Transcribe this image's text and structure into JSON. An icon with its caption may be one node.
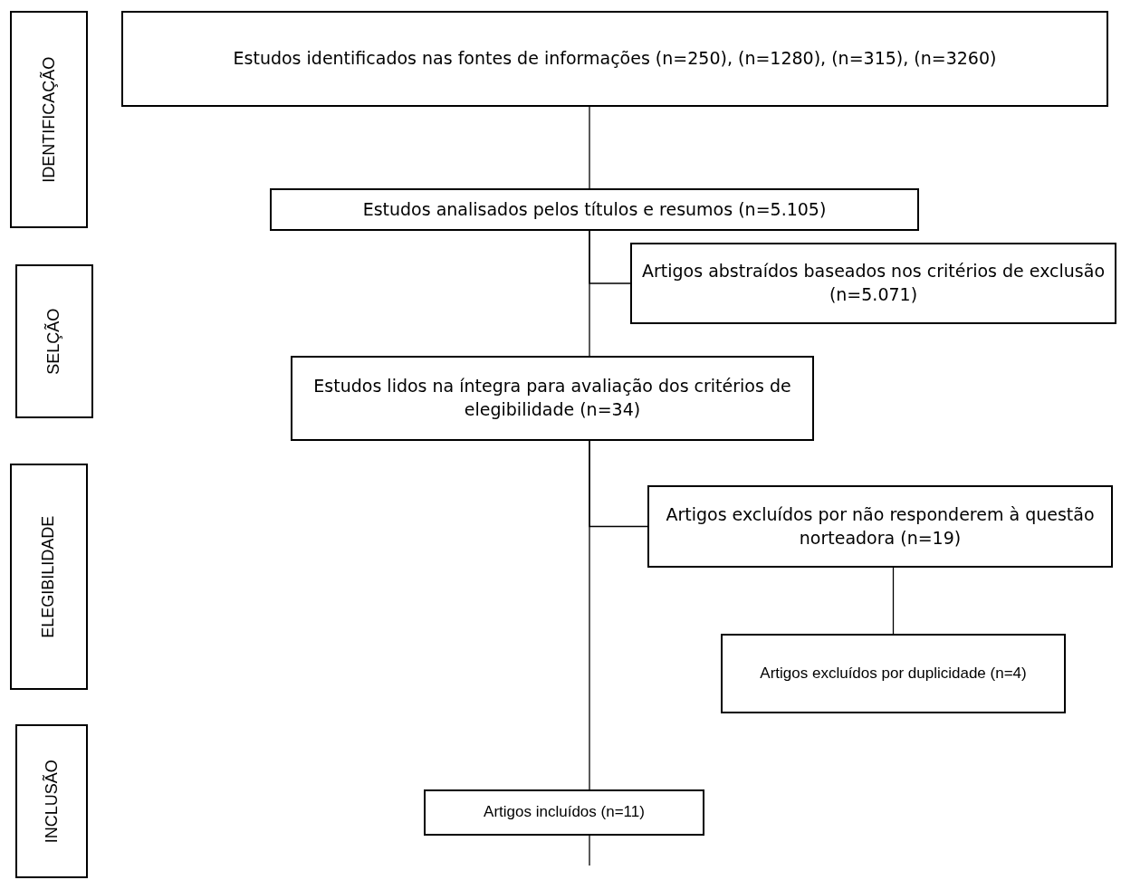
{
  "diagram": {
    "nodes": [
      {
        "text": [
          "IDENTIFICAÇÃO"
        ]
      },
      {
        "text": [
          "Estudos identificados nas fontes de informações (n=250), (n=1280), (n=315), (n=3260)"
        ]
      },
      {
        "text": [
          "Estudos analisados pelos títulos e resumos (n=5.105)"
        ]
      },
      {
        "text": [
          "SELÇÃO"
        ]
      },
      {
        "text": [
          "Artigos abstraídos baseados nos critérios de exclusão (n=5.071)"
        ]
      },
      {
        "text": [
          "Estudos lidos na íntegra para avaliação dos critérios de elegibilidade (n=34)"
        ]
      },
      {
        "text": [
          "ELEGIBILIDADE"
        ]
      },
      {
        "text": [
          "Artigos excluídos por não responderem à questão norteadora (n=19)"
        ]
      },
      {
        "text": [
          "Artigos excluídos por duplicidade (n=4)"
        ]
      },
      {
        "text": [
          "INCLUSÃO"
        ]
      },
      {
        "text": [
          "Artigos incluídos (n=11)"
        ]
      }
    ],
    "edges": [
      {
        "from": 1,
        "to": 2,
        "arrow": "none"
      },
      {
        "from": 2,
        "to": 5,
        "arrow": "none"
      },
      {
        "from": 2,
        "to": 4,
        "arrow": "none"
      },
      {
        "from": 5,
        "to": 10,
        "arrow": "none"
      },
      {
        "from": 5,
        "to": 7,
        "arrow": "none"
      },
      {
        "from": 7,
        "to": 8,
        "arrow": "none"
      },
      {
        "from": 10,
        "to": null,
        "arrow": "none"
      }
    ]
  }
}
